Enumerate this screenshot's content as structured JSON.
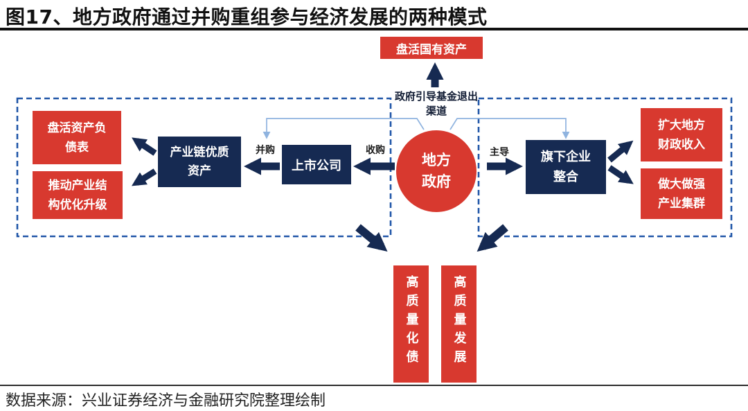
{
  "title": "图17、地方政府通过并购重组参与经济发展的两种模式",
  "source": "数据来源：兴业证券经济与金融研究院整理绘制",
  "colors": {
    "red": "#D8392F",
    "navy": "#162A52",
    "light_blue_connector": "#8FB3DF",
    "dashed_frame_blue": "#2056A8",
    "title_text": "#111111"
  },
  "diagram": {
    "top_box": "盘活国有资产",
    "exit_channel": {
      "line1": "政府引导基金退出",
      "line2": "渠道"
    },
    "center": {
      "line1": "地方",
      "line2": "政府"
    },
    "labels": {
      "merge": "并购",
      "acquire": "收购",
      "lead": "主导"
    },
    "left_mode": {
      "listed_company": "上市公司",
      "chain_asset": {
        "line1": "产业链优质",
        "line2": "资产"
      },
      "outcome1": {
        "line1": "盘活资产负",
        "line2": "债表"
      },
      "outcome2": {
        "line1": "推动产业结",
        "line2": "构优化升级"
      }
    },
    "right_mode": {
      "subsidiary": {
        "line1": "旗下企业",
        "line2": "整合"
      },
      "outcome1": {
        "line1": "扩大地方",
        "line2": "财政收入"
      },
      "outcome2": {
        "line1": "做大做强",
        "line2": "产业集群"
      }
    },
    "bottom": {
      "debt": "高质量化债",
      "development": "高质量发展"
    }
  }
}
